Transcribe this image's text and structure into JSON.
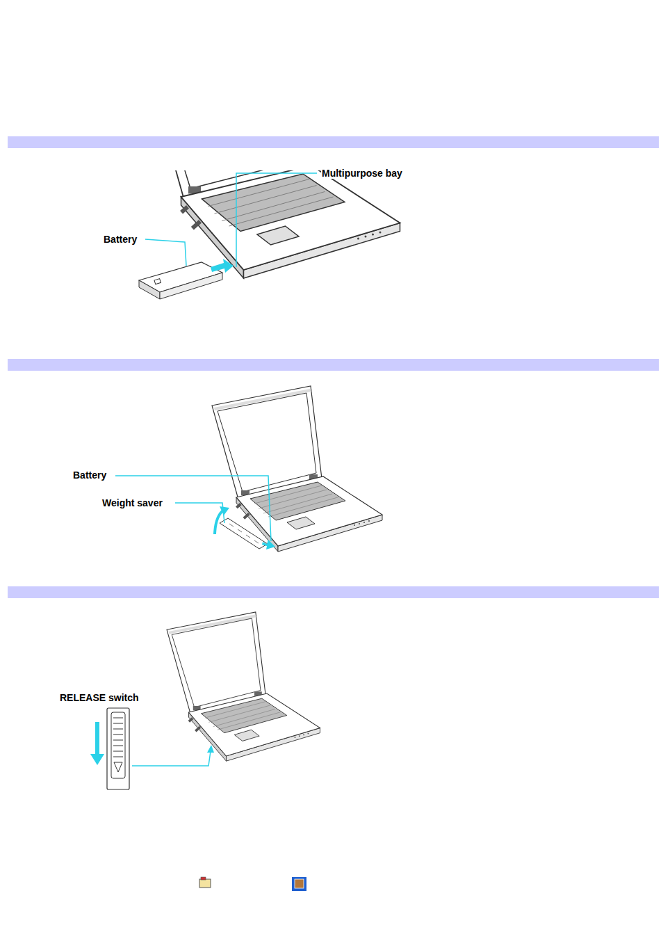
{
  "diagram": {
    "labels": [
      "Multipurpose bay",
      "Battery",
      "Battery",
      "Weight saver",
      "RELEASE switch"
    ]
  }
}
